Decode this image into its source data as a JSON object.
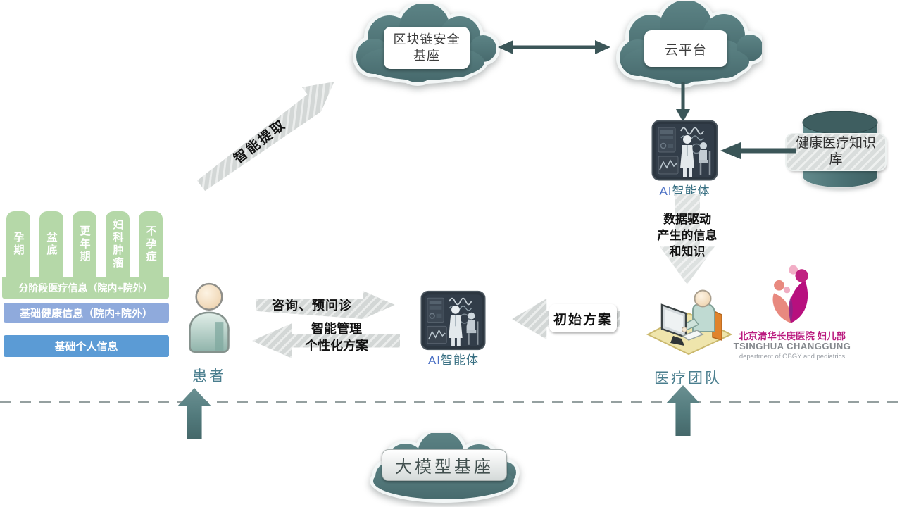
{
  "clouds": {
    "blockchain": "区块链安全基座",
    "cloud_platform": "云平台",
    "llm_base": "大模型基座"
  },
  "nodes": {
    "ai_agent": {
      "prefix": "AI",
      "suffix": "智能体"
    },
    "knowledge_base": "健康医疗知识库",
    "medical_team": "医疗团队",
    "patient": "患者"
  },
  "flows": {
    "extract": "智能提取",
    "data_driven_lines": [
      "数据驱动",
      "产生的信息",
      "和知识"
    ],
    "initial_plan": "初始方案",
    "consult": "咨询、预问诊",
    "manage_lines": [
      "智能管理",
      "个性化方案"
    ]
  },
  "left_stack": {
    "pillars": [
      "孕期",
      "盆底",
      "更年期",
      "妇科肿瘤",
      "不孕症"
    ],
    "staged": "分阶段医疗信息（院内+院外）",
    "basic_health": "基础健康信息（院内+院外）",
    "basic_personal": "基础个人信息"
  },
  "logo": {
    "name_cn": "北京清华长庚医院 妇儿部",
    "name_en": "TSINGHUA CHANGGUNG",
    "dept_en": "department of  OBGY and pediatrics"
  },
  "colors": {
    "cloud_teal": "#4e7477",
    "dark_arrow": "#3b5658",
    "hatch_gray": "#d3d7d6",
    "pillar_green": "#b5d8a8",
    "bar_periwinkle": "#8faadc",
    "bar_blue": "#5b9bd5",
    "label_teal": "#4a7e8e",
    "ai_blue": "#4a6fc4",
    "logo_magenta": "#b7107e",
    "logo_salmon": "#e8897f"
  },
  "icons": {
    "cloud-icon": "teal cloud shape",
    "database-icon": "teal cylinder",
    "ai-agent-icon": "dark console with doctor and patient",
    "patient-icon": "person bust",
    "medical-team-icon": "person at computer desk",
    "hospital-logo-flower-icon": "two-petal flower with dots",
    "up-arrow-icon": "teal block arrow",
    "block-arrow-icon": "gray hatched block arrow"
  }
}
